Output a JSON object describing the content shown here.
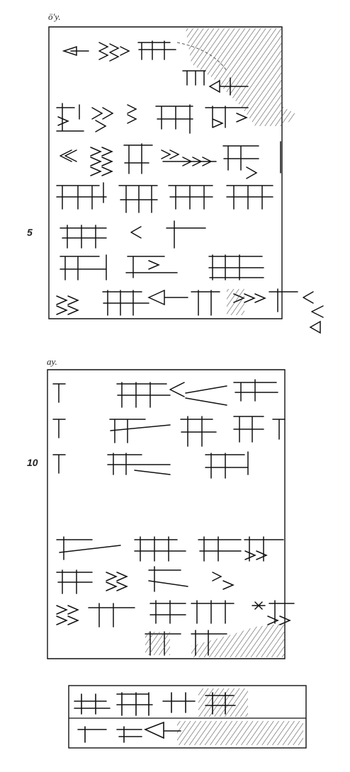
{
  "drawing": {
    "sections": [
      {
        "heading": "ö'y.",
        "marker": "5"
      },
      {
        "heading": "ay.",
        "marker": "10"
      }
    ],
    "seal_rows": 2,
    "ink_color": "#111111",
    "hatch_color": "#555555"
  }
}
